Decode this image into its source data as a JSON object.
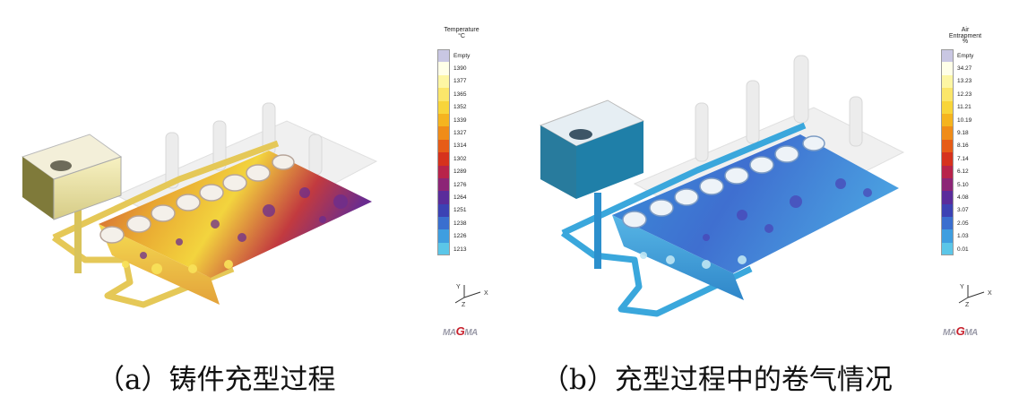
{
  "panels": [
    {
      "id": "a",
      "caption": "（a）铸件充型过程",
      "legend_title_line1": "Temperature",
      "legend_title_line2": "°C",
      "legend_items": [
        {
          "label": "Empty",
          "color": "#c9c7e3"
        },
        {
          "label": "1390",
          "color": "#ffffe8"
        },
        {
          "label": "1377",
          "color": "#fdf6a3"
        },
        {
          "label": "1365",
          "color": "#fbe66a"
        },
        {
          "label": "1352",
          "color": "#f8d53a"
        },
        {
          "label": "1339",
          "color": "#f5b41f"
        },
        {
          "label": "1327",
          "color": "#f08c18"
        },
        {
          "label": "1314",
          "color": "#e65c17"
        },
        {
          "label": "1302",
          "color": "#d6321d"
        },
        {
          "label": "1289",
          "color": "#b8234a"
        },
        {
          "label": "1276",
          "color": "#8c2576"
        },
        {
          "label": "1264",
          "color": "#5a2c9b"
        },
        {
          "label": "1251",
          "color": "#3c42b4"
        },
        {
          "label": "1238",
          "color": "#3a6fcf"
        },
        {
          "label": "1226",
          "color": "#3f9ee0"
        },
        {
          "label": "1213",
          "color": "#5bc6e8"
        }
      ],
      "axis_labels": {
        "y": "Y",
        "z": "Z",
        "x": "X"
      },
      "brand": {
        "left": "MA",
        "g": "G",
        "right": "MA"
      }
    },
    {
      "id": "b",
      "caption": "（b）充型过程中的卷气情况",
      "legend_title_line1": "Air",
      "legend_title_line2": "Entrapment",
      "legend_title_line3": "%",
      "legend_items": [
        {
          "label": "Empty",
          "color": "#c9c7e3"
        },
        {
          "label": "34.27",
          "color": "#ffffe8"
        },
        {
          "label": "13.23",
          "color": "#fdf6a3"
        },
        {
          "label": "12.23",
          "color": "#fbe66a"
        },
        {
          "label": "11.21",
          "color": "#f8d53a"
        },
        {
          "label": "10.19",
          "color": "#f5b41f"
        },
        {
          "label": "9.18",
          "color": "#f08c18"
        },
        {
          "label": "8.16",
          "color": "#e65c17"
        },
        {
          "label": "7.14",
          "color": "#d6321d"
        },
        {
          "label": "6.12",
          "color": "#b8234a"
        },
        {
          "label": "5.10",
          "color": "#8c2576"
        },
        {
          "label": "4.08",
          "color": "#5a2c9b"
        },
        {
          "label": "3.07",
          "color": "#3c42b4"
        },
        {
          "label": "2.05",
          "color": "#3a6fcf"
        },
        {
          "label": "1.03",
          "color": "#3f9ee0"
        },
        {
          "label": "0.01",
          "color": "#5bc6e8"
        }
      ],
      "axis_labels": {
        "y": "Y",
        "z": "Z",
        "x": "X"
      },
      "brand": {
        "left": "MA",
        "g": "G",
        "right": "MA"
      }
    }
  ]
}
